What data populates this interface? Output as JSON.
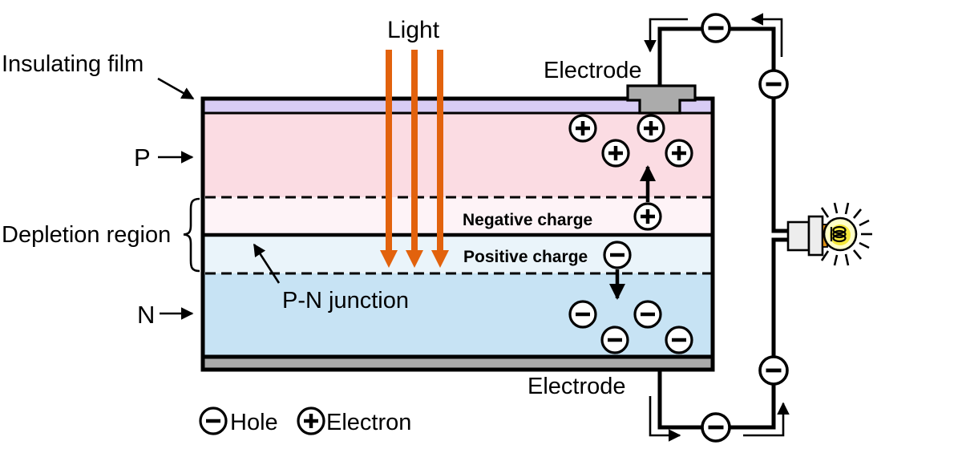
{
  "diagram": {
    "labels": {
      "light": "Light",
      "insulating_film": "Insulating film",
      "p_layer": "P",
      "n_layer": "N",
      "depletion_region": "Depletion region",
      "pn_junction": "P-N junction",
      "electrode_top": "Electrode",
      "electrode_bottom": "Electrode",
      "negative_charge": "Negative charge",
      "positive_charge": "Positive charge"
    },
    "legend": {
      "hole_label": "Hole",
      "electron_label": "Electron"
    },
    "colors": {
      "insulating_film": "#D8CCF4",
      "p_region": "#FBDCE3",
      "depletion_p": "#FEF3F7",
      "depletion_n": "#EAF4FA",
      "n_region": "#C7E3F4",
      "electrode": "#ABABAB",
      "socket": "#EDEDED",
      "bulb_glass": "#FFFFC8",
      "bulb_inner": "#F5E93C",
      "bulb_base": "#DE9012",
      "light_arrow": "#E2620D",
      "outline": "#000000"
    }
  }
}
